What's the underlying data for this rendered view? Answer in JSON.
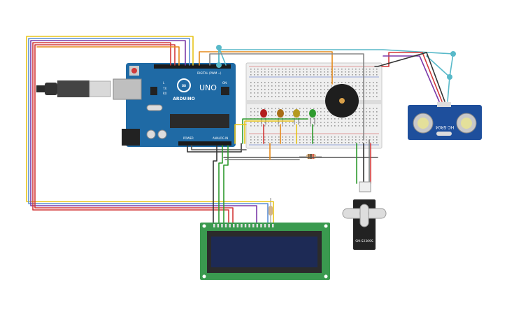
{
  "arduino": {
    "logo": "ARDUINO",
    "model": "UNO",
    "digital_header": "DIGITAL (PWM ~)",
    "power_header": "POWER",
    "analog_header": "ANALOG IN",
    "label_tx": "TX",
    "label_rx": "RX",
    "label_l": "L",
    "label_on": "ON",
    "board_color": "#1f6aa5"
  },
  "ultrasonic": {
    "model": "HC-SR04",
    "board_color": "#1e4f9c"
  },
  "servo": {
    "model": "SM-S2309S"
  },
  "lcd": {
    "board_color": "#3a9a4f",
    "screen_color": "#1d2a55"
  },
  "leds": [
    "red",
    "orange",
    "yellow",
    "green"
  ]
}
